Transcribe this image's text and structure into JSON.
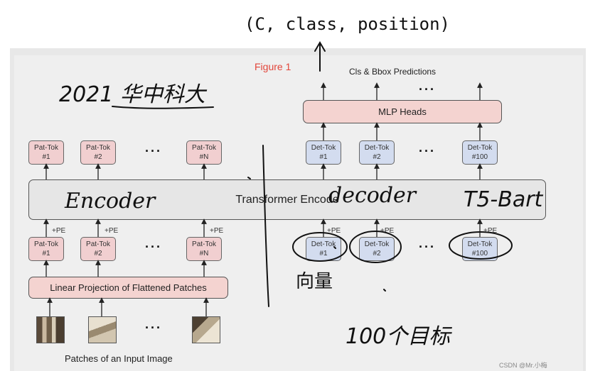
{
  "figure": {
    "label": "Figure 1",
    "output_caption": "Cls & Bbox Predictions",
    "input_caption": "Patches of an Input Image",
    "mlp_label": "MLP Heads",
    "encoder_label": "Transformer Encode",
    "linear_label": "Linear Projection of Flattened Patches",
    "pe_label": "+PE",
    "ellipsis": "···",
    "pat_tokens": [
      {
        "name": "Pat-Tok",
        "index": "#1"
      },
      {
        "name": "Pat-Tok",
        "index": "#2"
      },
      {
        "name": "Pat-Tok",
        "index": "#N"
      }
    ],
    "det_tokens": [
      {
        "name": "Det-Tok",
        "index": "#1"
      },
      {
        "name": "Det-Tok",
        "index": "#2"
      },
      {
        "name": "Det-Tok",
        "index": "#100"
      }
    ]
  },
  "annotations": {
    "top_note": "(C, class, position)",
    "year_note": "2021 华中科大",
    "encoder_note": "Encoder",
    "decoder_note": "decoder",
    "t5_note": "T5-Bart",
    "vector_note": "向量",
    "count_note": "100个目标"
  },
  "watermark": "CSDN @Mr.小梅",
  "colors": {
    "pink": "#f1cfd0",
    "blue": "#d3dcef",
    "red_label": "#e2453a"
  }
}
